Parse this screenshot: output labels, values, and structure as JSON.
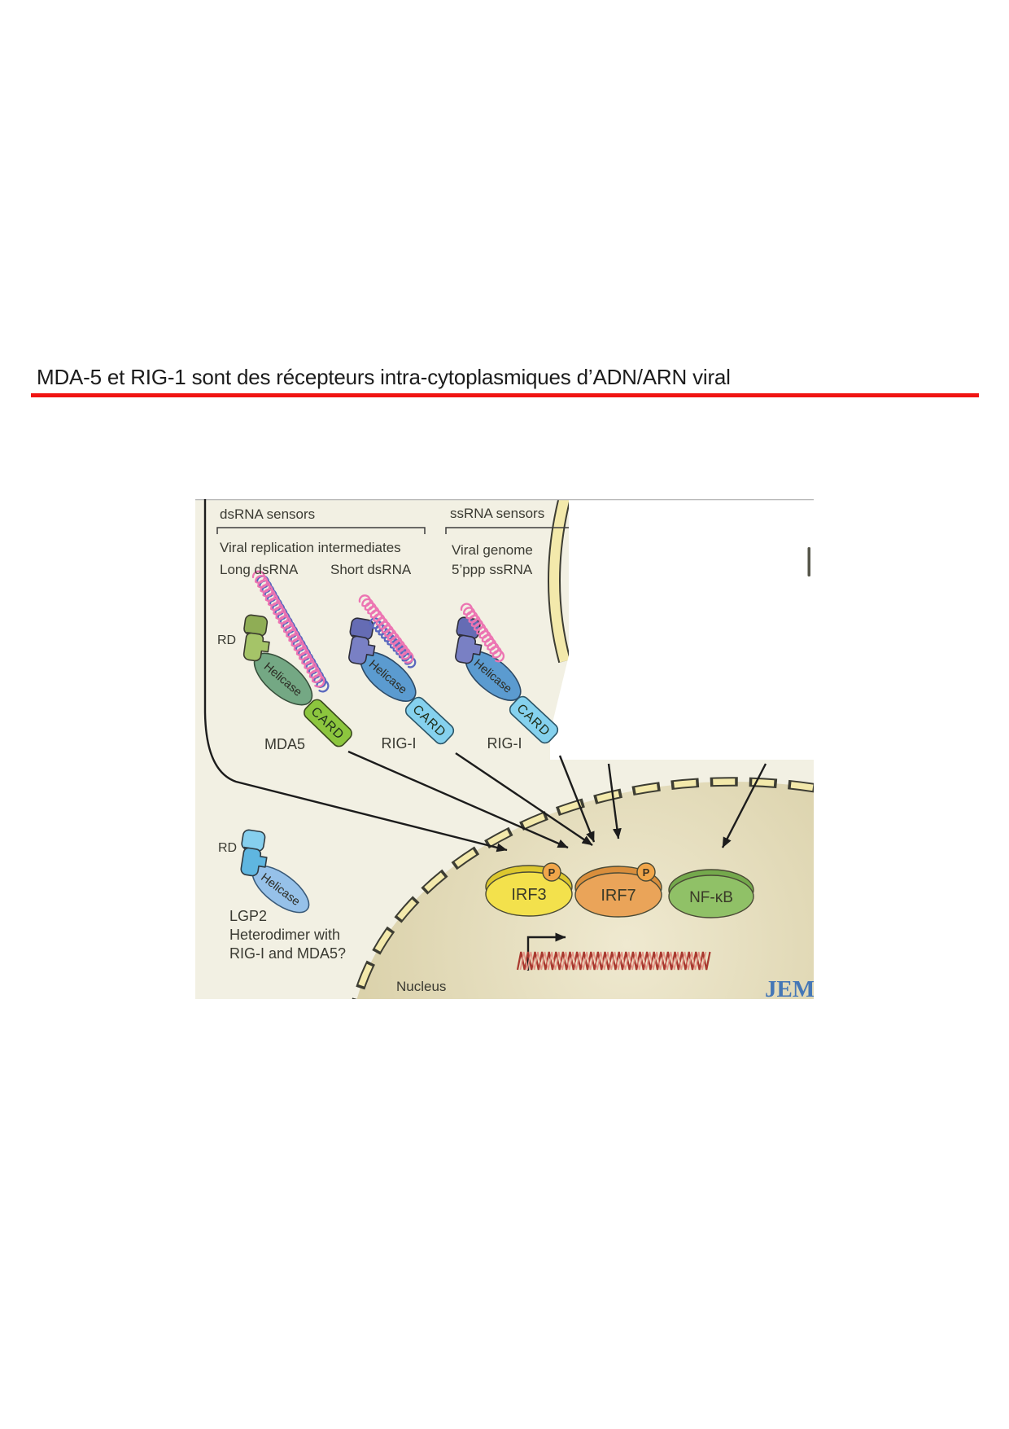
{
  "slide": {
    "title": "MDA-5 et RIG-1 sont des récepteurs intra-cytoplasmiques d’ADN/ARN viral"
  },
  "figure": {
    "sections": {
      "dsrna": {
        "header": "dsRNA sensors",
        "subheader": "Viral replication intermediates",
        "ligand_long": "Long dsRNA",
        "ligand_short": "Short dsRNA"
      },
      "ssrna": {
        "header": "ssRNA sensors",
        "subheader": "Viral genome",
        "ligand": "5’ppp ssRNA"
      }
    },
    "receptors": [
      {
        "name": "MDA5",
        "rd_label": "RD",
        "helicase": "Helicase",
        "card": "CARD"
      },
      {
        "name": "RIG-I",
        "helicase": "Helicase",
        "card": "CARD"
      },
      {
        "name": "RIG-I",
        "helicase": "Helicase",
        "card": "CARD"
      }
    ],
    "lgp2": {
      "rd_label": "RD",
      "helicase": "Helicase",
      "name": "LGP2",
      "note_line1": "Heterodimer with",
      "note_line2": "RIG-I and MDA5?"
    },
    "nucleus": {
      "label": "Nucleus",
      "transcription_factors": [
        {
          "label": "IRF3",
          "phospho": "P"
        },
        {
          "label": "IRF7",
          "phospho": "P"
        },
        {
          "label": "NF-κB"
        }
      ]
    },
    "journal": "JEM"
  },
  "colors": {
    "title-color": "#1c1c1c",
    "rule-color": "#f01412",
    "label-color": "#3a3a32",
    "panel-bg": "#f2f0e3",
    "jem-color": "#4577b6",
    "mda5-green": "#8cc63e",
    "rigi-blue": "#85d1ee",
    "rd-purple": "#6b6fb5",
    "irf3-yellow": "#f3e14c",
    "irf7-orange": "#eaa459",
    "nfkb-green": "#90c167",
    "membrane-yellow": "#f3e9ab",
    "dna-red": "#a8382e",
    "rna-pink": "#ec74b2",
    "rna-blue": "#5968be"
  }
}
